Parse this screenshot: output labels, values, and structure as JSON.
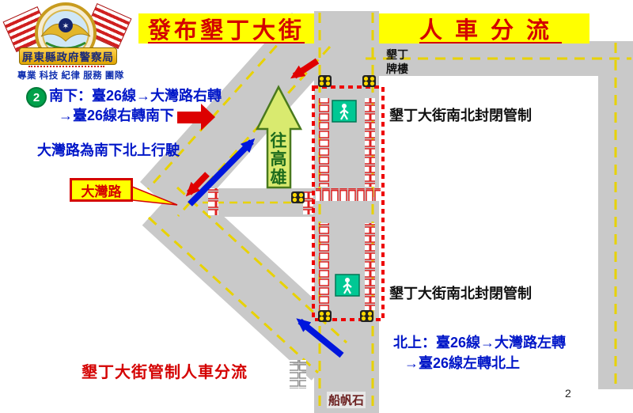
{
  "title": {
    "left": "發布墾丁大街",
    "right": "人車分流"
  },
  "logo": {
    "bureau": "屏東縣政府警察局",
    "motto": "專業 科技 紀律 服務 團隊"
  },
  "southbound": {
    "badge": "2",
    "line1": "南下：臺26線→大灣路右轉",
    "line2": "→臺26線右轉南下"
  },
  "labels": {
    "dawan_note": "大灣路為南下北上行駛",
    "dawan_road": "大灣路",
    "to_kaohsiung": "往高雄",
    "archway": "墾丁牌樓",
    "closure_upper": "墾丁大街南北封閉管制",
    "closure_lower": "墾丁大街南北封閉管制",
    "bottom_caption": "墾丁大街管制人車分流",
    "chuanfan_rock": "船帆石"
  },
  "northbound": {
    "line1": "北上：臺26線→大灣路左轉",
    "line2": "→臺26線左轉北上"
  },
  "page_number": "2",
  "colors": {
    "title_bg": "#ffff00",
    "title_text": "#d40000",
    "road": "#c9c9c9",
    "lane_dash": "#e8d200",
    "closure_dash": "#ee0000",
    "route_blue": "#0016dd",
    "route_red": "#e00000",
    "kaohsiung_arrow": "#d9ea6f",
    "pedestrian_sign": "#00c894",
    "step_badge": "#00a14b"
  },
  "icons": {
    "traffic_signal": "black box with four yellow lights",
    "pedestrian_crossing": "green sign with white walking figure"
  }
}
